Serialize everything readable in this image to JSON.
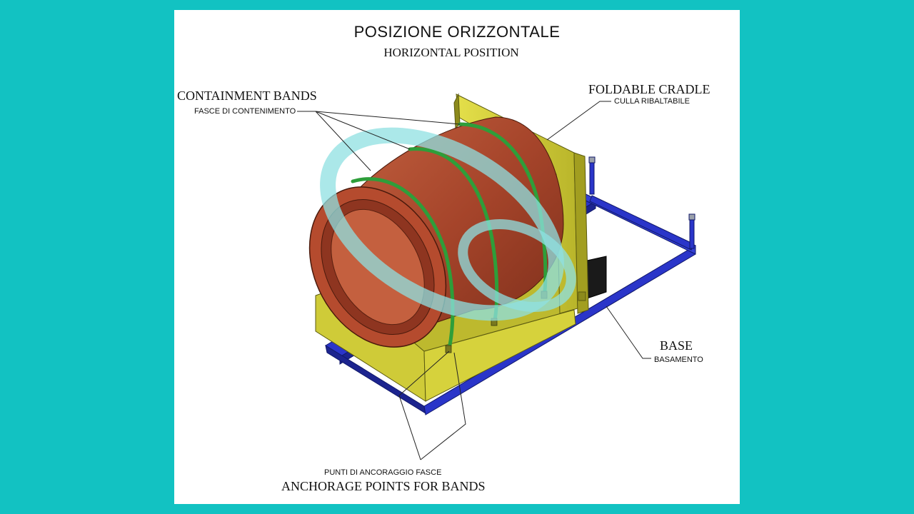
{
  "title": {
    "main": "POSIZIONE ORIZZONTALE",
    "sub": "HORIZONTAL POSITION"
  },
  "labels": {
    "containment_bands": {
      "en": "CONTAINMENT BANDS",
      "it": "FASCE DI CONTENIMENTO"
    },
    "foldable_cradle": {
      "en": "FOLDABLE CRADLE",
      "it": "CULLA RIBALTABILE"
    },
    "base": {
      "en": "BASE",
      "it": "BASAMENTO"
    },
    "anchorage_points": {
      "en": "ANCHORAGE POINTS FOR BANDS",
      "it": "PUNTI DI ANCORAGGIO FASCE"
    }
  },
  "colors": {
    "page_background": "#12c2c2",
    "slide_background": "#ffffff",
    "barrel": "#a5442a",
    "bands": "#2e9e3a",
    "cradle": "#d6d23c",
    "base_frame": "#2a35c9",
    "highlight_ring": "#8fe0e2"
  }
}
